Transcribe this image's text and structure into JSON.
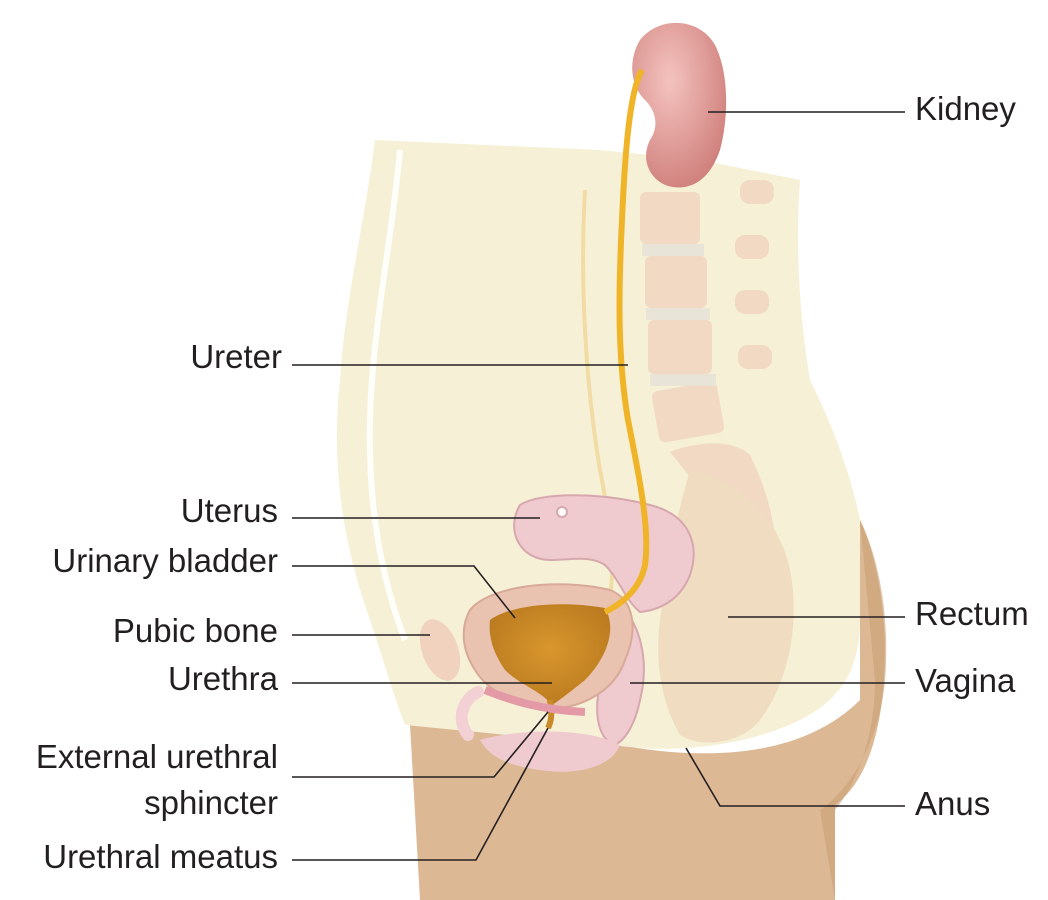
{
  "diagram": {
    "labels": {
      "kidney": "Kidney",
      "ureter": "Ureter",
      "uterus": "Uterus",
      "urinary_bladder": "Urinary bladder",
      "pubic_bone": "Pubic bone",
      "urethra": "Urethra",
      "external_urethral_sphincter_line1": "External urethral",
      "external_urethral_sphincter_line2": "sphincter",
      "urethral_meatus": "Urethral meatus",
      "rectum": "Rectum",
      "vagina": "Vagina",
      "anus": "Anus"
    },
    "colors": {
      "skin": "#dcb894",
      "cavity": "#f6f1d6",
      "kidney": "#d98a86",
      "ureter": "#f0b429",
      "bladder_wall": "#e9c2b0",
      "urine": "#c98a2a",
      "uterus": "#efcbd0",
      "vertebra": "#f1d9c4",
      "rectum": "#f0dcc0"
    }
  }
}
